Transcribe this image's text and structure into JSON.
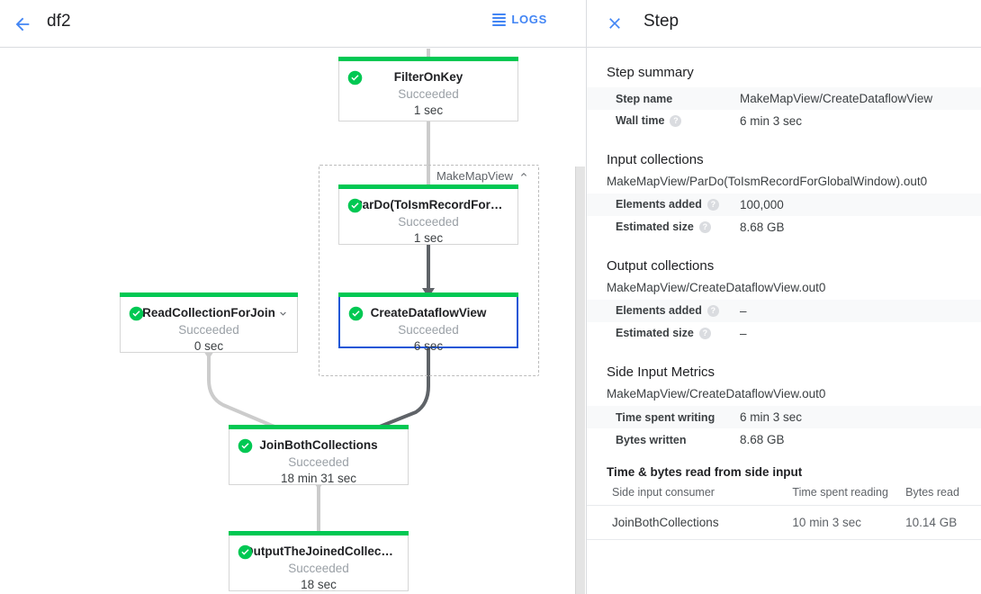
{
  "topbar": {
    "back_icon": "arrow-back-icon",
    "job_title": "df2",
    "logs_label": "LOGS",
    "logs_icon": "logs-list-icon"
  },
  "graph": {
    "group": {
      "label": "MakeMapView",
      "collapse_icon": "chevron-up-icon"
    },
    "nodes": [
      {
        "id": "filter-on-key",
        "name": "FilterOnKey",
        "status": "Succeeded",
        "duration": "1 sec",
        "status_icon": "check-circle-icon",
        "selected": false,
        "has_chevron": false
      },
      {
        "id": "pardo-to-ism-record",
        "name": "ParDo(ToIsmRecordFor…",
        "status": "Succeeded",
        "duration": "1 sec",
        "status_icon": "check-circle-icon",
        "selected": false,
        "has_chevron": false
      },
      {
        "id": "create-dataflow-view",
        "name": "CreateDataflowView",
        "status": "Succeeded",
        "duration": "6 sec",
        "status_icon": "check-circle-icon",
        "selected": true,
        "has_chevron": false
      },
      {
        "id": "read-collection-for-join",
        "name": "ReadCollectionForJoin",
        "status": "Succeeded",
        "duration": "0 sec",
        "status_icon": "check-circle-icon",
        "selected": false,
        "has_chevron": true,
        "chevron_icon": "chevron-down-icon"
      },
      {
        "id": "join-both-collections",
        "name": "JoinBothCollections",
        "status": "Succeeded",
        "duration": "18 min 31 sec",
        "status_icon": "check-circle-icon",
        "selected": false,
        "has_chevron": false
      },
      {
        "id": "output-the-joined-collection",
        "name": "OutputTheJoinedCollec…",
        "status": "Succeeded",
        "duration": "18 sec",
        "status_icon": "check-circle-icon",
        "selected": false,
        "has_chevron": false
      }
    ]
  },
  "panel": {
    "close_icon": "close-icon",
    "title": "Step",
    "step_summary": {
      "heading": "Step summary",
      "rows": [
        {
          "key": "Step name",
          "value": "MakeMapView/CreateDataflowView",
          "help": false
        },
        {
          "key": "Wall time",
          "value": "6 min 3 sec",
          "help": true
        }
      ]
    },
    "input_collections": {
      "heading": "Input collections",
      "collection_name": "MakeMapView/ParDo(ToIsmRecordForGlobalWindow).out0",
      "rows": [
        {
          "key": "Elements added",
          "value": "100,000",
          "help": true
        },
        {
          "key": "Estimated size",
          "value": "8.68 GB",
          "help": true
        }
      ]
    },
    "output_collections": {
      "heading": "Output collections",
      "collection_name": "MakeMapView/CreateDataflowView.out0",
      "rows": [
        {
          "key": "Elements added",
          "value": "–",
          "help": true
        },
        {
          "key": "Estimated size",
          "value": "–",
          "help": true
        }
      ]
    },
    "side_input_metrics": {
      "heading": "Side Input Metrics",
      "collection_name": "MakeMapView/CreateDataflowView.out0",
      "rows": [
        {
          "key": "Time spent writing",
          "value": "6 min 3 sec",
          "help": false
        },
        {
          "key": "Bytes written",
          "value": "8.68 GB",
          "help": false
        }
      ],
      "table_heading": "Time & bytes read from side input",
      "columns": [
        "Side input consumer",
        "Time spent reading",
        "Bytes read"
      ],
      "rows_table": [
        [
          "JoinBothCollections",
          "10 min 3 sec",
          "10.14 GB"
        ]
      ]
    }
  },
  "colors": {
    "accent_blue": "#4285f4",
    "selected_border": "#1a56d6",
    "status_green": "#00c853",
    "edge_light": "#cccccc",
    "edge_highlight": "#5f6368",
    "text_primary": "#202124",
    "text_secondary": "#5f6368",
    "text_muted": "#9aa0a6"
  }
}
